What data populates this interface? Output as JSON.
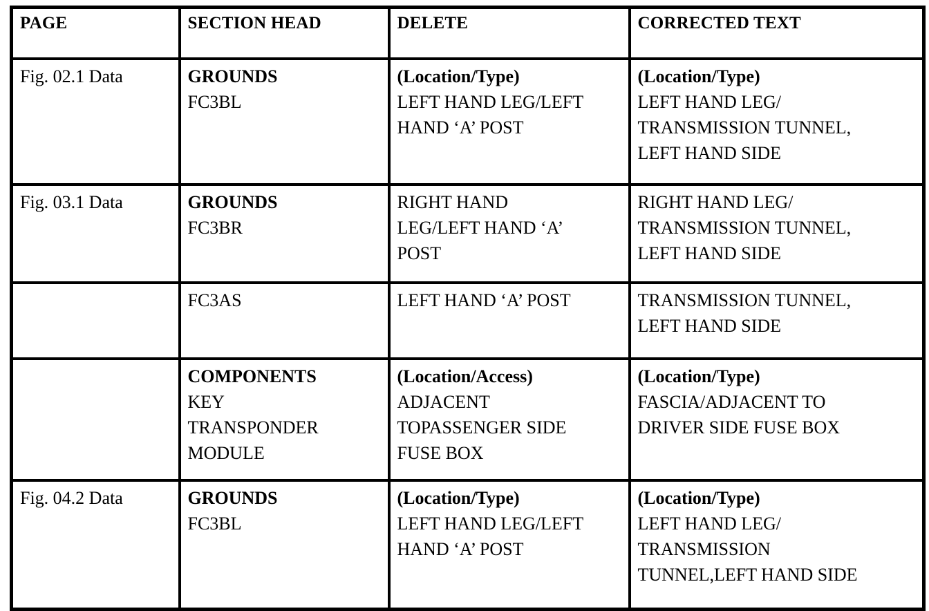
{
  "table": {
    "columns": [
      {
        "key": "page",
        "header": "PAGE"
      },
      {
        "key": "section",
        "header": "SECTION HEAD"
      },
      {
        "key": "delete",
        "header": "DELETE"
      },
      {
        "key": "corrected",
        "header": "CORRECTED TEXT"
      }
    ],
    "rows": [
      {
        "page": {
          "lines": [
            {
              "text": "Fig. 02.1 Data",
              "bold": false
            }
          ]
        },
        "section": {
          "lines": [
            {
              "text": "GROUNDS",
              "bold": true
            },
            {
              "text": "FC3BL",
              "bold": false
            }
          ]
        },
        "delete": {
          "lines": [
            {
              "text": "(Location/Type)",
              "bold": true
            },
            {
              "text": "LEFT HAND LEG/LEFT",
              "bold": false
            },
            {
              "text": "HAND ‘A’ POST",
              "bold": false
            }
          ]
        },
        "corrected": {
          "lines": [
            {
              "text": "(Location/Type)",
              "bold": true
            },
            {
              "text": "LEFT HAND LEG/",
              "bold": false
            },
            {
              "text": "TRANSMISSION TUNNEL,",
              "bold": false
            },
            {
              "text": "LEFT HAND SIDE",
              "bold": false
            }
          ]
        }
      },
      {
        "page": {
          "lines": [
            {
              "text": "Fig. 03.1 Data",
              "bold": false
            }
          ]
        },
        "section": {
          "lines": [
            {
              "text": "GROUNDS",
              "bold": true
            },
            {
              "text": "FC3BR",
              "bold": false
            }
          ]
        },
        "delete": {
          "lines": [
            {
              "text": "RIGHT HAND",
              "bold": false
            },
            {
              "text": "LEG/LEFT HAND ‘A’",
              "bold": false
            },
            {
              "text": "POST",
              "bold": false
            }
          ]
        },
        "corrected": {
          "lines": [
            {
              "text": "RIGHT HAND LEG/",
              "bold": false
            },
            {
              "text": "TRANSMISSION TUNNEL,",
              "bold": false
            },
            {
              "text": "LEFT HAND SIDE",
              "bold": false
            }
          ]
        }
      },
      {
        "page": {
          "lines": []
        },
        "section": {
          "lines": [
            {
              "text": "FC3AS",
              "bold": false
            }
          ]
        },
        "delete": {
          "lines": [
            {
              "text": "LEFT HAND ‘A’ POST",
              "bold": false
            }
          ]
        },
        "corrected": {
          "lines": [
            {
              "text": "TRANSMISSION TUNNEL,",
              "bold": false
            },
            {
              "text": "LEFT HAND SIDE",
              "bold": false
            }
          ]
        }
      },
      {
        "page": {
          "lines": []
        },
        "section": {
          "lines": [
            {
              "text": "COMPONENTS",
              "bold": true
            },
            {
              "text": "KEY",
              "bold": false
            },
            {
              "text": "TRANSPONDER",
              "bold": false
            },
            {
              "text": "MODULE",
              "bold": false
            }
          ]
        },
        "delete": {
          "lines": [
            {
              "text": "(Location/Access)",
              "bold": true
            },
            {
              "text": "ADJACENT",
              "bold": false
            },
            {
              "text": "TOPASSENGER SIDE",
              "bold": false
            },
            {
              "text": "FUSE BOX",
              "bold": false
            }
          ]
        },
        "corrected": {
          "lines": [
            {
              "text": "(Location/Type)",
              "bold": true
            },
            {
              "text": "FASCIA/ADJACENT TO",
              "bold": false
            },
            {
              "text": "DRIVER SIDE FUSE BOX",
              "bold": false
            }
          ]
        }
      },
      {
        "page": {
          "lines": [
            {
              "text": "Fig. 04.2 Data",
              "bold": false
            }
          ]
        },
        "section": {
          "lines": [
            {
              "text": "GROUNDS",
              "bold": true
            },
            {
              "text": "FC3BL",
              "bold": false
            }
          ]
        },
        "delete": {
          "lines": [
            {
              "text": "(Location/Type)",
              "bold": true
            },
            {
              "text": "LEFT HAND LEG/LEFT",
              "bold": false
            },
            {
              "text": "HAND ‘A’ POST",
              "bold": false
            }
          ]
        },
        "corrected": {
          "lines": [
            {
              "text": "(Location/Type)",
              "bold": true
            },
            {
              "text": "LEFT HAND LEG/",
              "bold": false
            },
            {
              "text": "TRANSMISSION",
              "bold": false
            },
            {
              "text": "TUNNEL,LEFT HAND SIDE",
              "bold": false
            }
          ]
        }
      }
    ]
  }
}
